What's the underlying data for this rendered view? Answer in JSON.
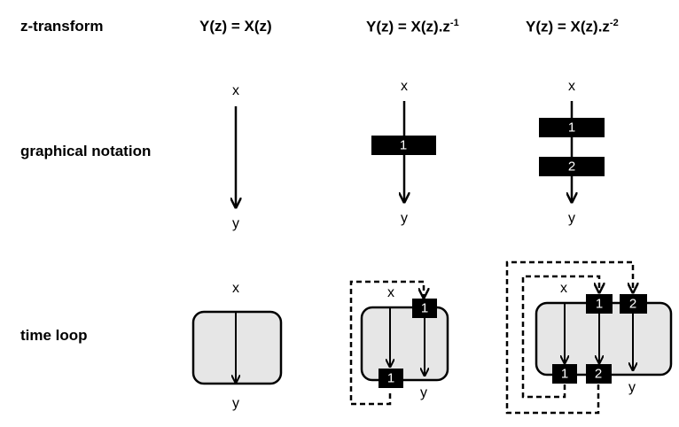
{
  "header": {
    "row_title": "z-transform",
    "col1": "Y(z) = X(z)",
    "col2_base": "Y(z) = X(z).z",
    "col2_exp": "-1",
    "col3_base": "Y(z) = X(z).z",
    "col3_exp": "-2"
  },
  "rows": {
    "graphical": "graphical notation",
    "timeloop": "time loop"
  },
  "vars": {
    "x": "x",
    "y": "y"
  },
  "delays": {
    "one": "1",
    "two": "2"
  }
}
